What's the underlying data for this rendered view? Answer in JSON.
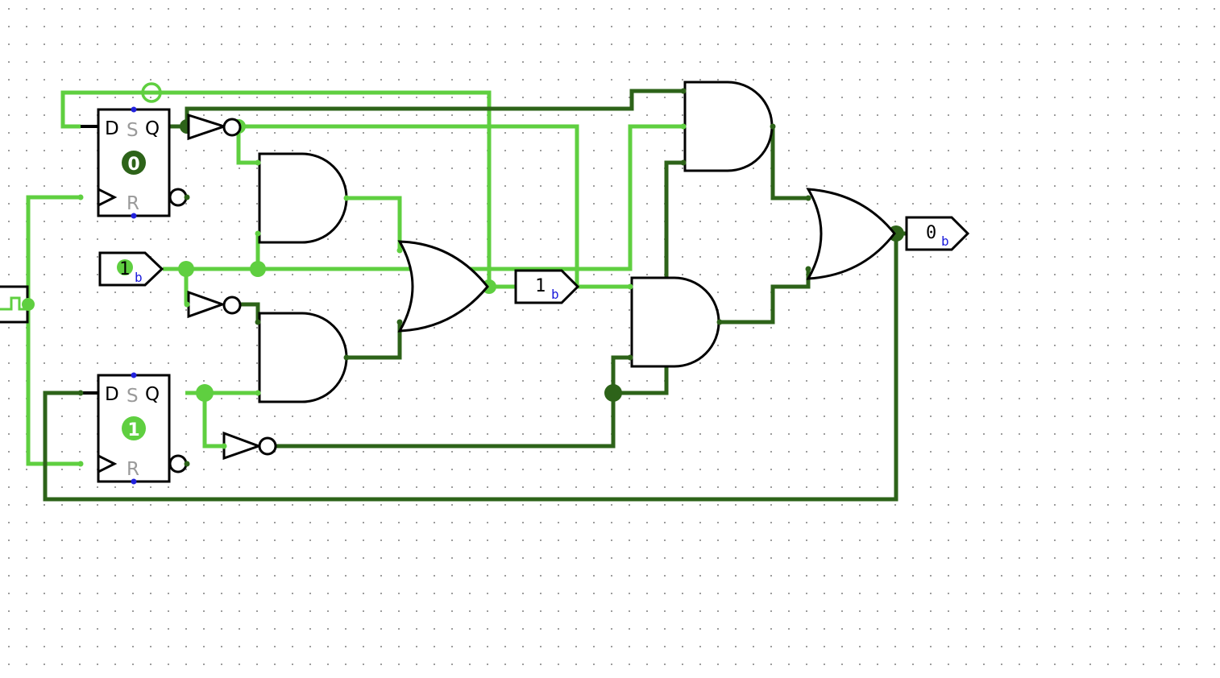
{
  "colors": {
    "wire_on": "#5fcf40",
    "wire_off": "#2d6319",
    "gate_stroke": "#000000",
    "pin_dot": "#2222dd",
    "label_gray": "#9a9a9a",
    "subscript_blue": "#1a1adb"
  },
  "ff_top": {
    "d": "D",
    "s": "S",
    "q": "Q",
    "r": "R",
    "state": "0"
  },
  "ff_bottom": {
    "d": "D",
    "s": "S",
    "q": "Q",
    "r": "R",
    "state": "1"
  },
  "input_pin": {
    "value": "1",
    "radix": "b"
  },
  "probe_mid": {
    "value": "1",
    "radix": "b"
  },
  "probe_out": {
    "value": "0",
    "radix": "b"
  },
  "clock": {
    "icon": "clock-square-wave-icon"
  }
}
